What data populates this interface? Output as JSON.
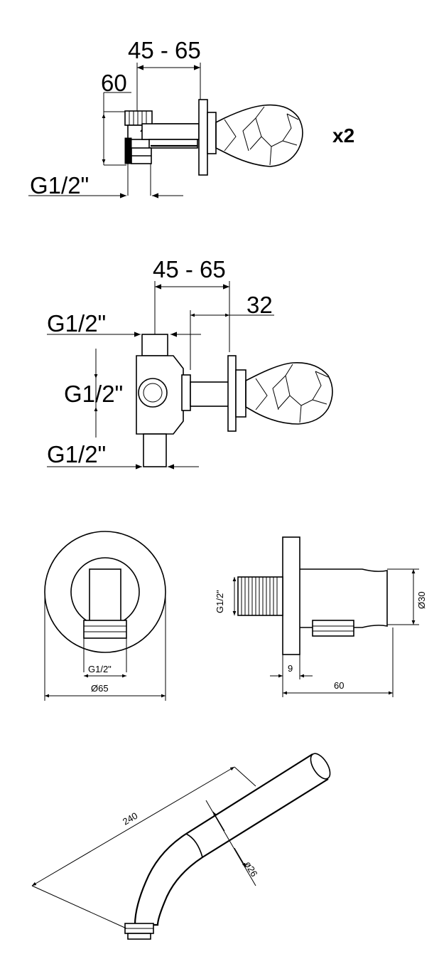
{
  "valve_a": {
    "dim_depth": "45 - 65",
    "dim_offset": "60",
    "dim_thread": "G1/2\"",
    "quantity": "x2"
  },
  "valve_b": {
    "dim_depth": "45 - 65",
    "dim_offset": "32",
    "dim_thread_top": "G1/2\"",
    "dim_thread_mid": "G1/2\"",
    "dim_thread_bottom": "G1/2\""
  },
  "outlet_front": {
    "dim_thread": "G1/2\"",
    "dim_diameter": "Ø65"
  },
  "outlet_side": {
    "dim_thread": "G1/2\"",
    "dim_diameter": "Ø30",
    "dim_flange": "9",
    "dim_length": "60"
  },
  "shower_arm": {
    "dim_length": "240",
    "dim_diameter": "ø26"
  }
}
